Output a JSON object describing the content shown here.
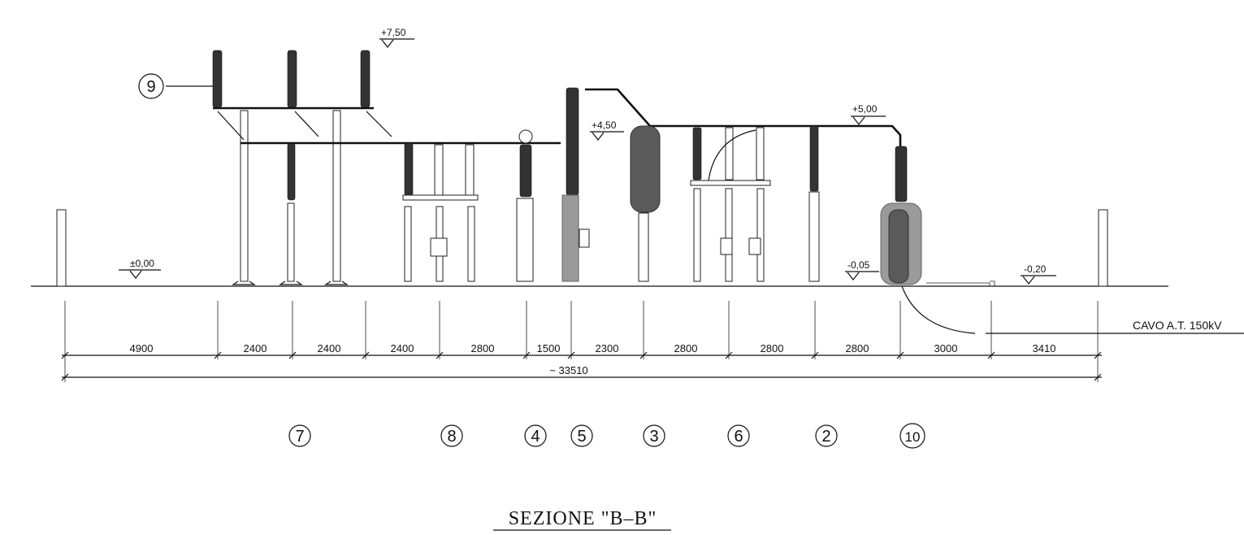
{
  "drawing": {
    "title": "SEZIONE \"B–B\"",
    "cable_label": "CAVO A.T. 150kV",
    "levels": [
      "+7,50",
      "+4,50",
      "+5,00",
      "±0,00",
      "-0,05",
      "-0,20"
    ],
    "dimensions": [
      "4900",
      "2400",
      "2400",
      "2400",
      "2800",
      "1500",
      "2300",
      "2800",
      "2800",
      "2800",
      "3000",
      "3410"
    ],
    "total_dimension": "~ 33510",
    "callouts": [
      "9",
      "7",
      "8",
      "4",
      "5",
      "3",
      "6",
      "2",
      "10"
    ]
  }
}
